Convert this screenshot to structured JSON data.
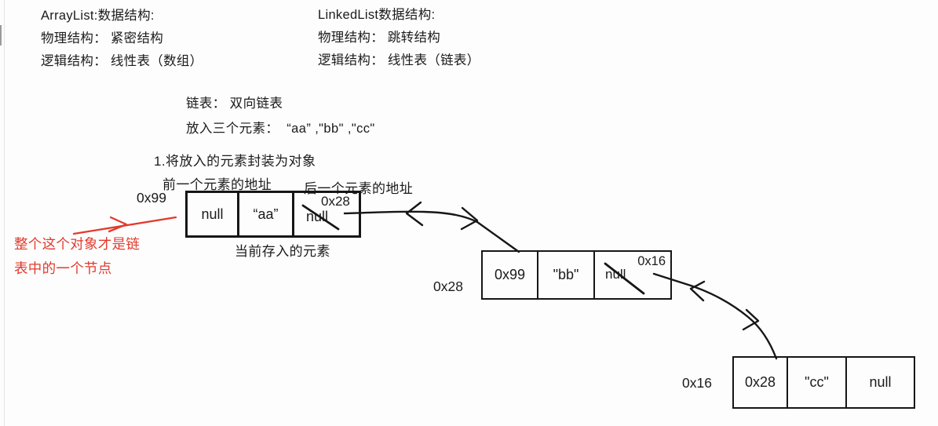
{
  "colors": {
    "ink": "#161616",
    "red_accent": "#e23a2c",
    "background": "#fdfdfd"
  },
  "notes": {
    "arraylist": {
      "title": "ArrayList:数据结构:",
      "physical": "物理结构： 紧密结构",
      "logical": "逻辑结构： 线性表（数组）"
    },
    "linkedlist": {
      "title": "LinkedList数据结构:",
      "physical": "物理结构： 跳转结构",
      "logical": "逻辑结构： 线性表（链表）"
    },
    "list_type": "链表： 双向链表",
    "put_elements": "放入三个元素：  “aa” ,\"bb\" ,\"cc\"",
    "step1": "1.将放入的元素封装为对象",
    "prev_pointer_label": "前一个元素的地址",
    "next_pointer_label": "后一个元素的地址",
    "current_element_label": "当前存入的元素",
    "red_note": {
      "line1": "整个这个对象才是链",
      "line2": "表中的一个节点"
    }
  },
  "nodes": [
    {
      "address": "0x99",
      "prev": "null",
      "value": "“aa”",
      "next_old": "null",
      "next_new": "0x28"
    },
    {
      "address": "0x28",
      "prev": "0x99",
      "value": "\"bb\"",
      "next_old": "null",
      "next_new": "0x16"
    },
    {
      "address": "0x16",
      "prev": "0x28",
      "value": "\"cc\"",
      "next": "null"
    }
  ]
}
